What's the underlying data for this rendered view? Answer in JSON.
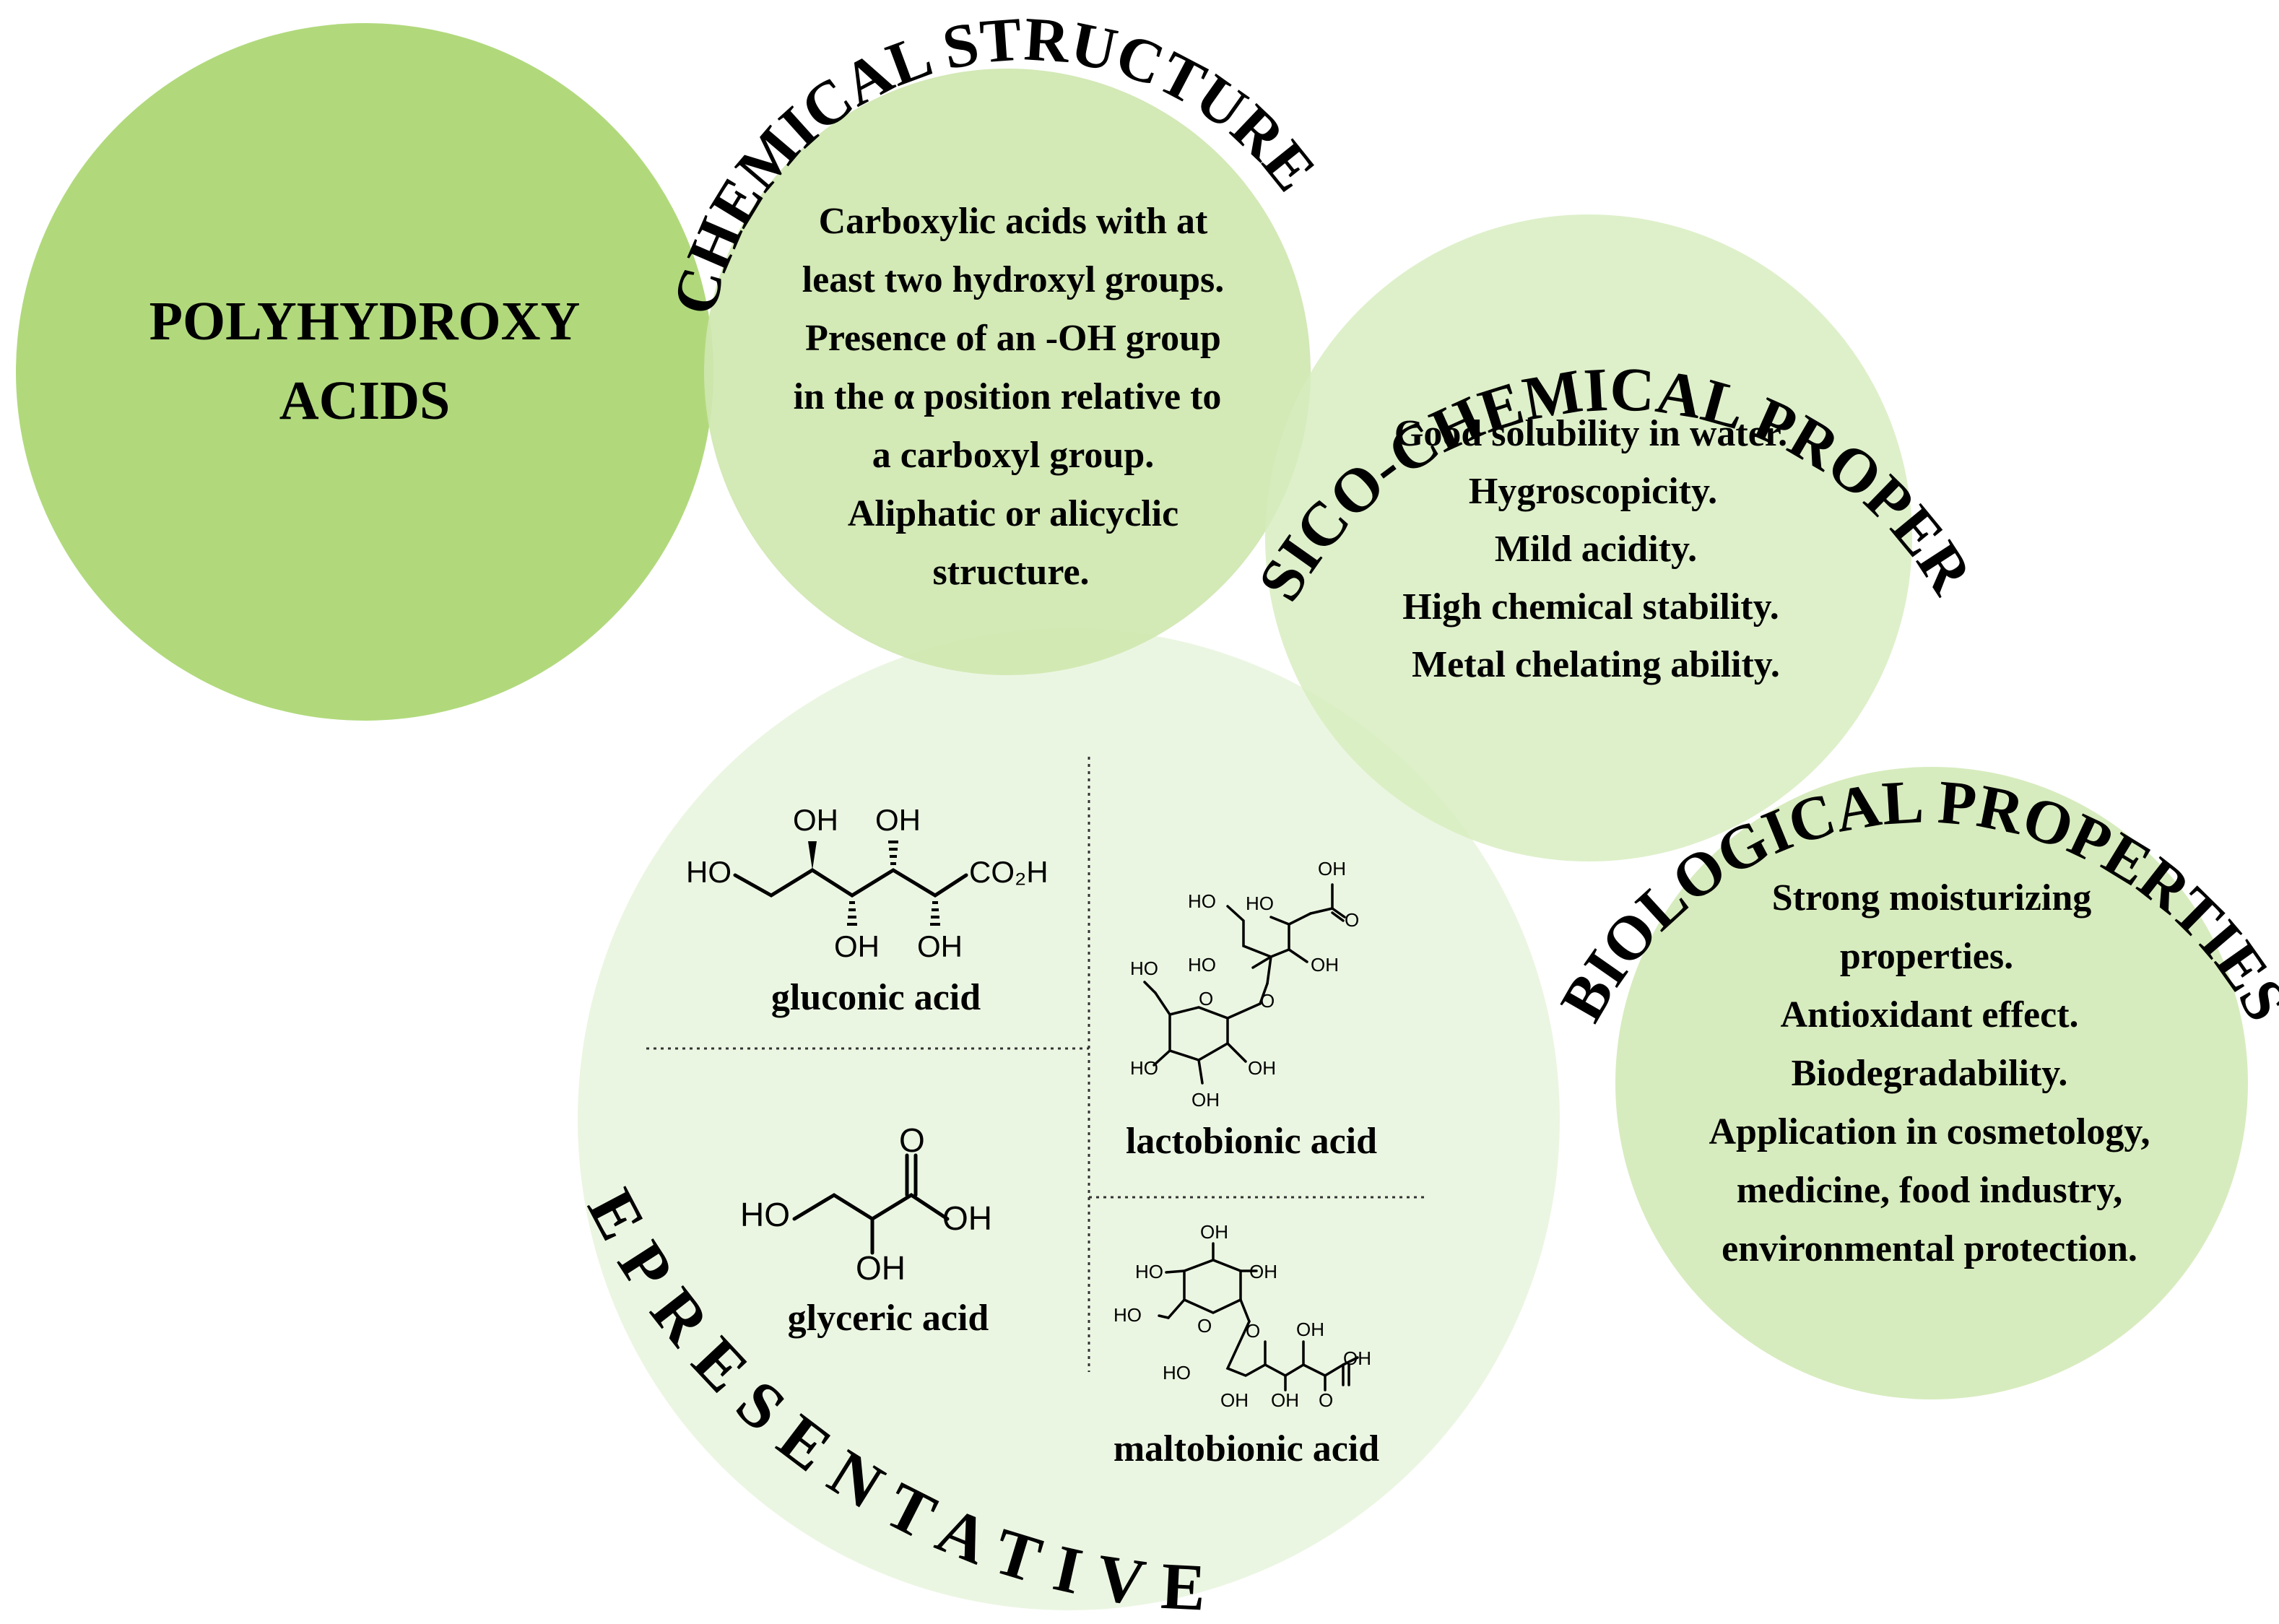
{
  "colors": {
    "main_circle": "#b1d97c",
    "structure_circle": "#cfe7b0",
    "physico_circle": "#d7edbe",
    "bio_circle": "#d5ebbb",
    "representatives_circle": "#eaf5e0",
    "text": "#000000"
  },
  "main": {
    "line1": "POLYHYDROXY",
    "line2": "ACIDS"
  },
  "structure": {
    "title": "CHEMICAL STRUCTURE",
    "lines": [
      "Carboxylic acids with at",
      "least two hydroxyl groups.",
      "Presence of an -OH group",
      "in the α position relative to",
      "a carboxyl group.",
      "Aliphatic or alicyclic",
      "structure."
    ]
  },
  "physico": {
    "title": "PHYSICO-CHEMICAL PROPERTIES",
    "lines": [
      "Good solubility in water.",
      "Hygroscopicity.",
      "Mild acidity.",
      "High chemical stability.",
      "Metal chelating ability."
    ]
  },
  "bio": {
    "title": "BIOLOGICAL PROPERTIES",
    "lines": [
      "Strong moisturizing",
      "properties.",
      "Antioxidant effect.",
      "Biodegradability.",
      "Application in cosmetology,",
      "medicine, food industry,",
      "environmental protection."
    ]
  },
  "representatives": {
    "title": "REPRESENTATIVES",
    "gluconic": {
      "name": "gluconic acid",
      "labels": {
        "ho": "HO",
        "oh_top1": "OH",
        "oh_top2": "OH",
        "oh_bot1": "OH",
        "oh_bot2": "OH",
        "co2h": "CO₂H"
      }
    },
    "glyceric": {
      "name": "glyceric acid",
      "labels": {
        "ho": "HO",
        "o": "O",
        "oh_right": "OH",
        "oh_bot": "OH"
      }
    },
    "lactobionic": {
      "name": "lactobionic acid",
      "labels": {
        "oh_acid": "OH",
        "o_acid": "O",
        "ho1": "HO",
        "ho2": "HO",
        "ho3": "HO",
        "oh1": "OH",
        "ho4": "HO",
        "o_ring": "O",
        "o_link": "O",
        "ho5": "HO",
        "oh2": "OH",
        "oh3": "OH"
      }
    },
    "maltobionic": {
      "name": "maltobionic acid",
      "labels": {
        "oh_top": "OH",
        "ho1": "HO",
        "oh1": "OH",
        "ho2": "HO",
        "o_ring": "O",
        "o_link": "O",
        "oh2": "OH",
        "oh3": "OH",
        "ho3": "HO",
        "oh4": "OH",
        "oh5": "OH",
        "o_acid": "O"
      }
    }
  }
}
